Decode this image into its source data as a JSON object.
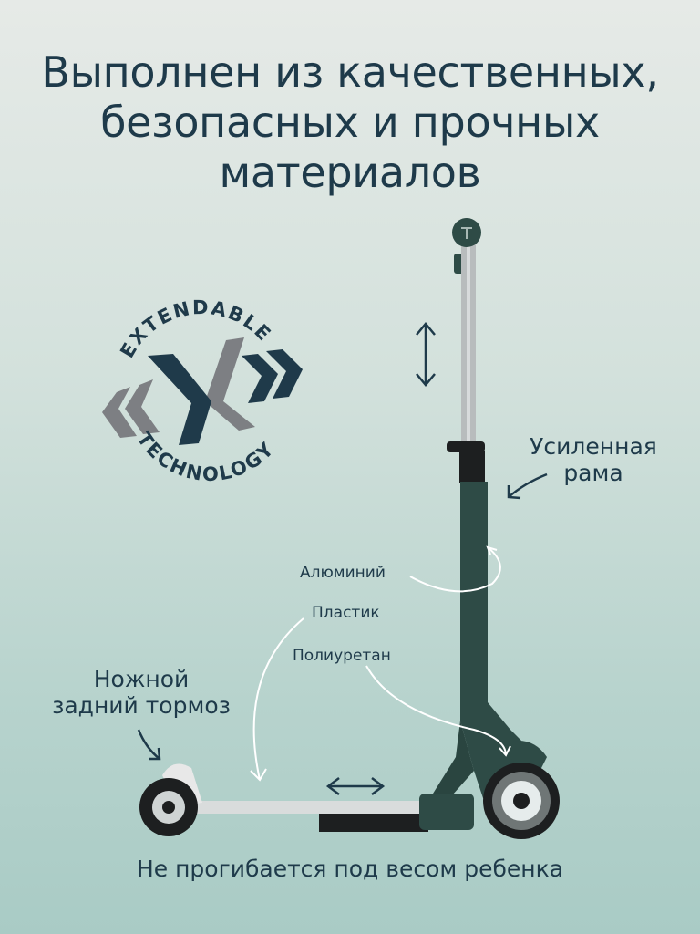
{
  "headline": {
    "line1": "Выполнен из качественных,",
    "line2": "безопасных и прочных",
    "line3": "материалов"
  },
  "badge": {
    "top_text": "EXTENDABLE",
    "bottom_text": "TECHNOLOGY",
    "icon": "x-chevrons-logo",
    "colors": {
      "dark": "#1f3a4a",
      "gray": "#7d7f83"
    }
  },
  "callouts": {
    "frame_line1": "Усиленная",
    "frame_line2": "рама",
    "aluminium": "Алюминий",
    "plastic": "Пластик",
    "polyurethane": "Полиуретан",
    "brake_line1": "Ножной",
    "brake_line2": "задний тормоз"
  },
  "footer": "Не прогибается под весом ребенка",
  "colors": {
    "text": "#1e3a4a",
    "scooter_green": "#2e4b46",
    "aluminium": "#b8bcbd"
  }
}
